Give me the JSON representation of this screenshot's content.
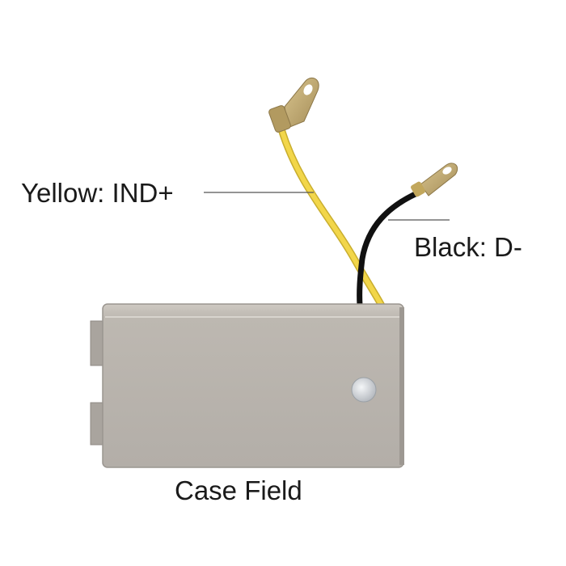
{
  "labels": {
    "yellow": "Yellow: IND+",
    "black": "Black: D-",
    "case": "Case Field"
  },
  "colors": {
    "yellow_wire": "#f2d64a",
    "black_wire": "#1c1c1c",
    "case_metal": "#b9b4ae",
    "lug_brass": "#b9a270",
    "leader_line": "#555555"
  }
}
